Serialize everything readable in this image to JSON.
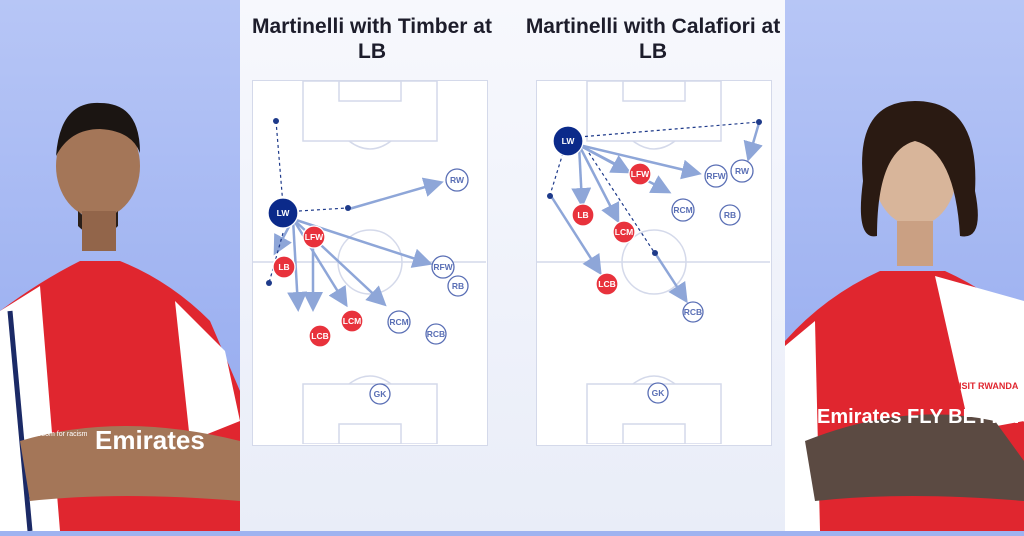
{
  "left_title": "Martinelli with Timber at LB",
  "right_title": "Martinelli with Calafiori at LB",
  "colors": {
    "highlight": "#0b2a8a",
    "red": "#e8323c",
    "outline": "#5a6fb5",
    "arrow": "#8ea6d8",
    "dashed": "#1e3a8a"
  },
  "left_diagram": {
    "players": [
      {
        "id": "LW",
        "style": "highlight"
      },
      {
        "id": "LFW",
        "style": "red"
      },
      {
        "id": "LB",
        "style": "red"
      },
      {
        "id": "LCB",
        "style": "red"
      },
      {
        "id": "LCM",
        "style": "red"
      },
      {
        "id": "RW",
        "style": "outline"
      },
      {
        "id": "RFW",
        "style": "outline"
      },
      {
        "id": "RB",
        "style": "outline"
      },
      {
        "id": "RCM",
        "style": "outline"
      },
      {
        "id": "RCB",
        "style": "outline"
      },
      {
        "id": "GK",
        "style": "outline"
      }
    ]
  },
  "right_diagram": {
    "players": [
      {
        "id": "LW",
        "style": "highlight"
      },
      {
        "id": "LFW",
        "style": "red"
      },
      {
        "id": "LB",
        "style": "red"
      },
      {
        "id": "LCM",
        "style": "red"
      },
      {
        "id": "LCB",
        "style": "red"
      },
      {
        "id": "RFW",
        "style": "outline"
      },
      {
        "id": "RW",
        "style": "outline"
      },
      {
        "id": "RCM",
        "style": "outline"
      },
      {
        "id": "RB",
        "style": "outline"
      },
      {
        "id": "RCB",
        "style": "outline"
      },
      {
        "id": "GK",
        "style": "outline"
      }
    ]
  },
  "left_player": {
    "shirt_sponsor": "Emirates",
    "sleeve_text": "No room for racism"
  },
  "right_player": {
    "shirt_sponsor": "Emirates FLY BETTER",
    "sleeve_text": "VISIT RWANDA"
  }
}
